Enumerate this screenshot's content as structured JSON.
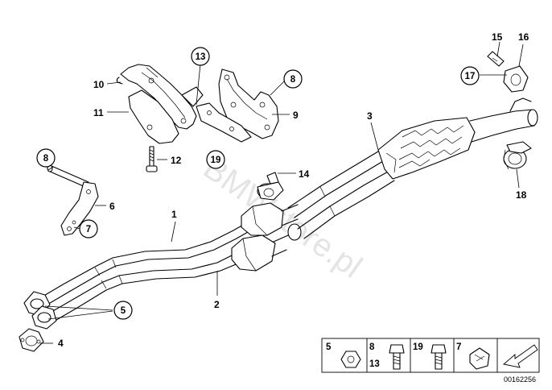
{
  "diagram_code": "00162256",
  "watermark": "BMWstore.pl",
  "callouts": {
    "c1": "1",
    "c2": "2",
    "c3": "3",
    "c4": "4",
    "c5": "5",
    "c6": "6",
    "c7": "7",
    "c8a": "8",
    "c8b": "8",
    "c9": "9",
    "c10": "10",
    "c11": "11",
    "c12": "12",
    "c13": "13",
    "c14": "14",
    "c15": "15",
    "c16": "16",
    "c17": "17",
    "c18": "18",
    "c19": "19"
  },
  "legend": {
    "item1": "5",
    "item2a": "8",
    "item2b": "13",
    "item3": "19",
    "item4": "7"
  },
  "colors": {
    "line": "#000000",
    "background": "#ffffff",
    "watermark": "#cfcfcf"
  }
}
